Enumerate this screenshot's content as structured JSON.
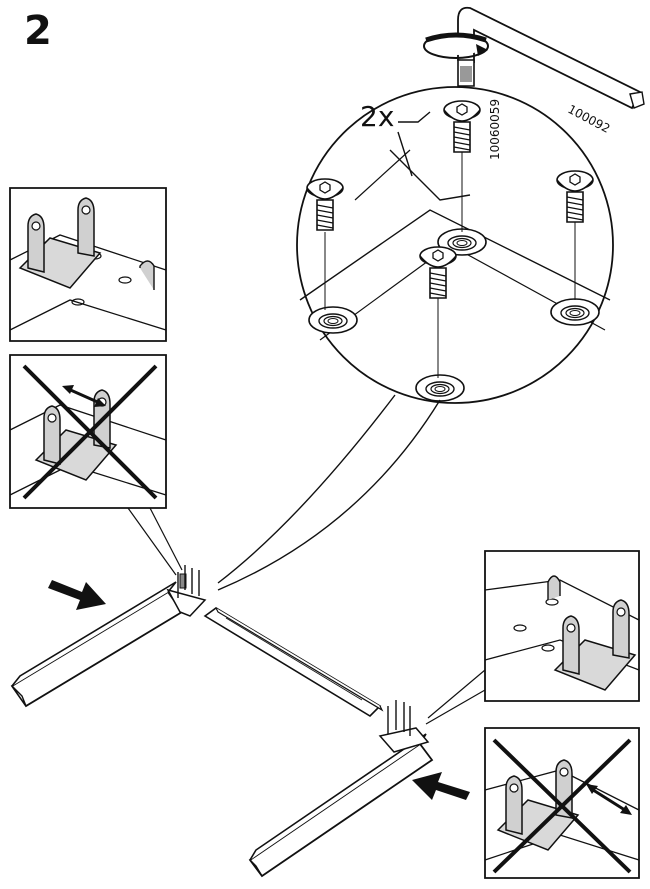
{
  "step": {
    "number": "2"
  },
  "screws": {
    "quantity": "2x",
    "screw_part_no": "10060059"
  },
  "tool": {
    "allen_key_part_no": "100092"
  },
  "icons": [
    "allen-key-icon",
    "rotate-arrow-icon",
    "screw-icon",
    "push-arrow-icon",
    "cross-out-icon"
  ]
}
